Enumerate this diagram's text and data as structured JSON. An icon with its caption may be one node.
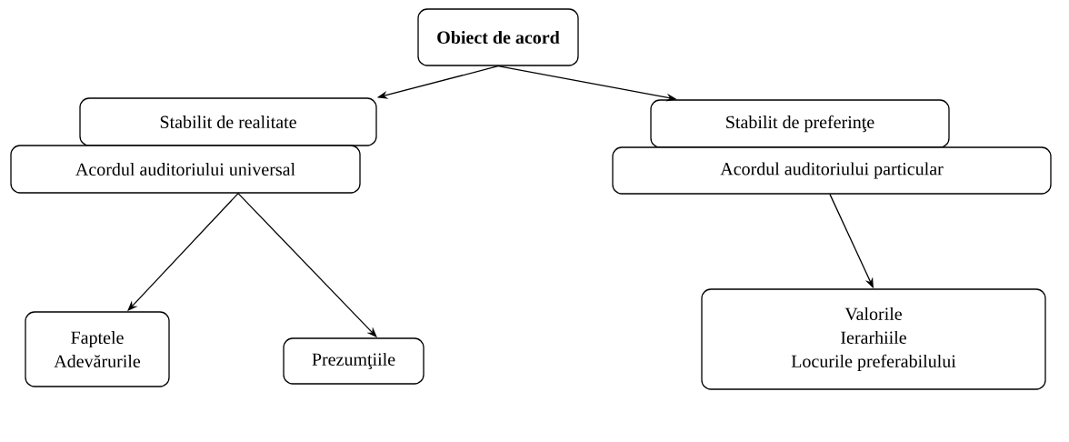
{
  "diagram": {
    "nodes": [
      {
        "text": [
          "Obiect de acord"
        ]
      },
      {
        "text": [
          "Stabilit de realitate"
        ]
      },
      {
        "text": [
          "Acordul auditoriului universal"
        ]
      },
      {
        "text": [
          "Stabilit de preferinţe"
        ]
      },
      {
        "text": [
          "Acordul auditoriului particular"
        ]
      },
      {
        "text": [
          "Faptele",
          "Adevărurile"
        ]
      },
      {
        "text": [
          "Prezumţiile"
        ]
      },
      {
        "text": [
          "Valorile",
          "Ierarhiile",
          "Locurile preferabilului"
        ]
      }
    ],
    "edges": [
      {
        "from": 0,
        "to": 1,
        "arrow": "to"
      },
      {
        "from": 0,
        "to": 3,
        "arrow": "to"
      },
      {
        "from": 2,
        "to": 5,
        "arrow": "to"
      },
      {
        "from": 2,
        "to": 6,
        "arrow": "to"
      },
      {
        "from": 4,
        "to": 7,
        "arrow": "to"
      }
    ]
  }
}
